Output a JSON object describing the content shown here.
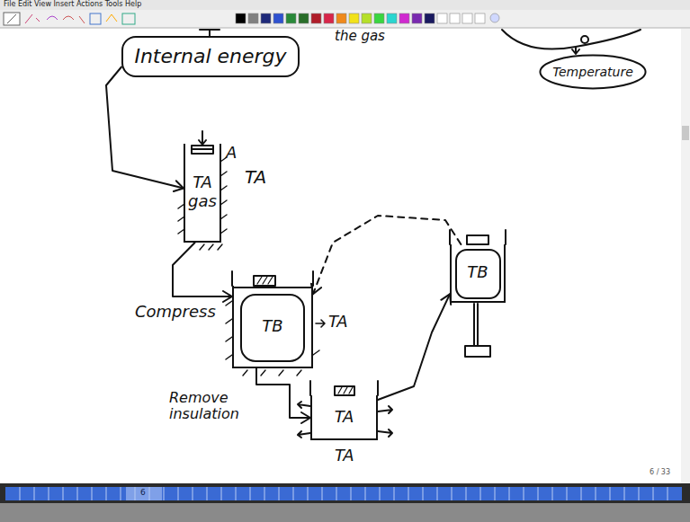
{
  "diagram": {
    "nodes": [
      {
        "text": [
          "Internal energy"
        ]
      },
      {
        "text": [
          "Temperature"
        ]
      },
      {
        "text": [
          "TA",
          "gas"
        ]
      },
      {
        "text": [
          "TB"
        ]
      },
      {
        "text": [
          "TA"
        ]
      },
      {
        "text": [
          "TB"
        ]
      }
    ],
    "edges": [
      {
        "from": 0,
        "to": 2,
        "arrow": "to"
      },
      {
        "from": 2,
        "to": 3,
        "label": "Compress",
        "arrow": "to"
      },
      {
        "from": 3,
        "to": 4,
        "label": "Remove insulation",
        "arrow": "to"
      },
      {
        "from": 4,
        "to": 5,
        "arrow": "to"
      },
      {
        "from": 5,
        "to": 3,
        "arrow": "to"
      }
    ],
    "labels": [
      "File Edit View Insert Actions Tools Help",
      "the gas",
      "A",
      "TA",
      "TA",
      "TA",
      "6",
      "6 / 33"
    ]
  }
}
